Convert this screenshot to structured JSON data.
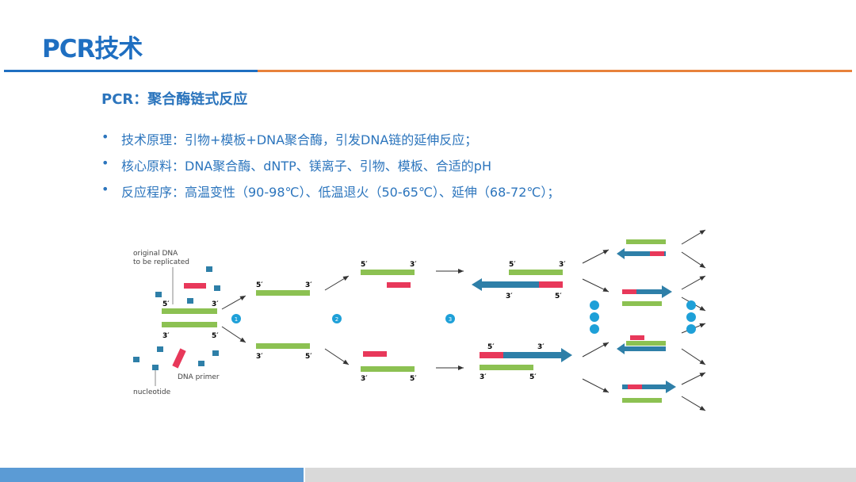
{
  "title": "PCR技术",
  "subtitle": "PCR：聚合酶链式反应",
  "bullets": [
    "技术原理：引物+模板+DNA聚合酶，引发DNA链的延伸反应；",
    "核心原料：DNA聚合酶、dNTP、镁离子、引物、模板、合适的pH",
    "反应程序：高温变性（90-98℃）、低温退火（50-65℃）、延伸（68-72℃）；"
  ],
  "bullet_symbol": "•",
  "diagram": {
    "label_original": "original DNA",
    "label_original2": "to be replicated",
    "label_primer": "DNA primer",
    "label_nucleotide": "nucleotide",
    "five": "5′",
    "three": "3′",
    "steps": [
      "1",
      "2",
      "3"
    ]
  },
  "colors": {
    "green": "#8cc152",
    "red": "#e8385a",
    "blue": "#2e7fa8",
    "step": "#1ea0d8"
  }
}
